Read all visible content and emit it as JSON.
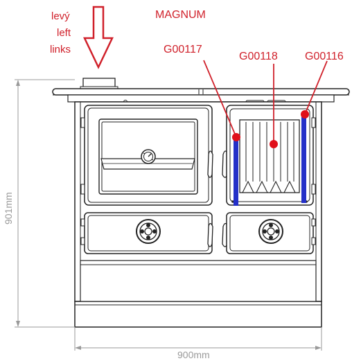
{
  "labels": {
    "direction_cz": "levý",
    "direction_en": "left",
    "direction_de": "links",
    "model": "MAGNUM",
    "part_left": "G00117",
    "part_center": "G00118",
    "part_right": "G00116"
  },
  "dimensions": {
    "height": "901mm",
    "width": "900mm"
  },
  "colors": {
    "marker_red": "#e0101a",
    "text_red": "#d0202a",
    "liner_blue": "#2430c8",
    "line_dark": "#222222",
    "dimension_grey": "#9a9a9a"
  },
  "icons": {
    "direction_arrow": "down-arrow-outline-icon",
    "oven_thermometer": "thermometer-dial-icon",
    "burner_knob": "burner-knob-icon"
  }
}
